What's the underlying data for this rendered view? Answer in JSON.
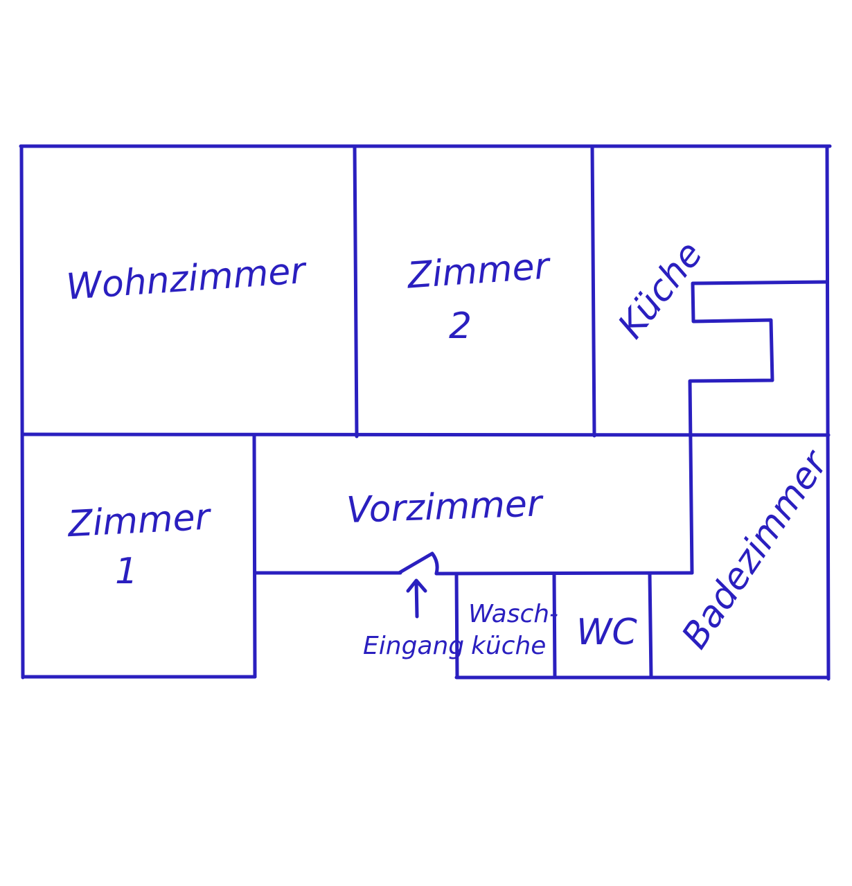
{
  "diagram": {
    "ink_color": "#2a1fbf",
    "background_color": "#ffffff",
    "rooms": {
      "wohnzimmer": "Wohnzimmer",
      "zimmer2_line1": "Zimmer",
      "zimmer2_line2": "2",
      "kueche": "Küche",
      "zimmer1_line1": "Zimmer",
      "zimmer1_line2": "1",
      "vorzimmer": "Vorzimmer",
      "waschkueche_line1": "Wasch-",
      "waschkueche_line2": "küche",
      "wc": "WC",
      "badezimmer": "Badezimmer"
    },
    "entrance": {
      "label": "Eingang",
      "arrow_icon": "arrow-up-icon"
    }
  }
}
